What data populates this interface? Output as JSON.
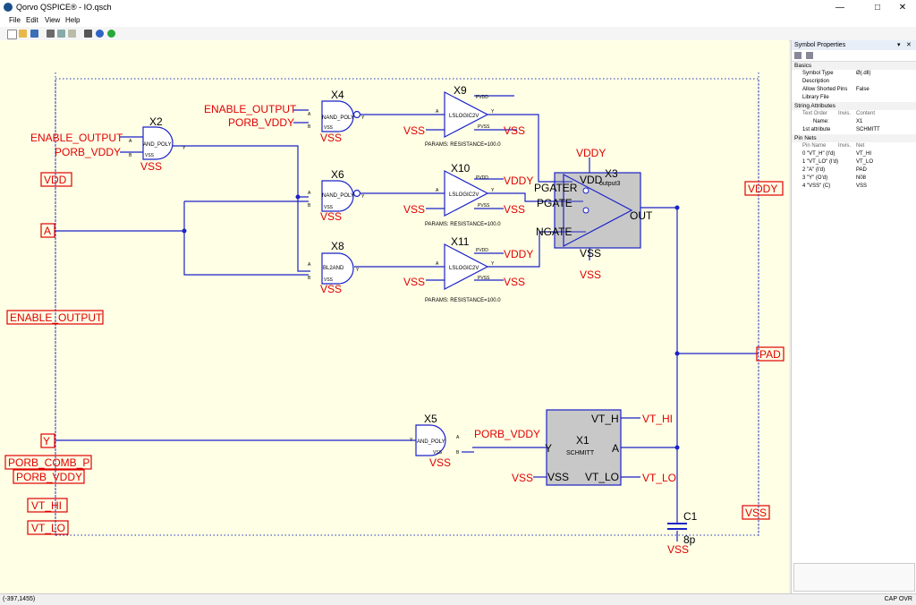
{
  "window": {
    "title": "Qorvo QSPICE® - IO.qsch"
  },
  "menu": [
    "File",
    "Edit",
    "View",
    "Help"
  ],
  "schematic": {
    "gates": {
      "x2": {
        "ref": "X2",
        "type": "AND_POLY",
        "a": "A",
        "b": "B",
        "y": "Y",
        "vss": "VSS",
        "power": "VSS"
      },
      "x4": {
        "ref": "X4",
        "type": "NAND_POLY",
        "a": "A",
        "b": "B",
        "y": "Y",
        "vss": "VSS",
        "power": "VSS"
      },
      "x6": {
        "ref": "X6",
        "type": "NAND_POLY",
        "a": "A",
        "b": "B",
        "y": "Y",
        "vss": "VSS",
        "power": "VSS"
      },
      "x8": {
        "ref": "X8",
        "type": "BL2AND",
        "a": "A",
        "b": "B",
        "y": "Y",
        "vss": "VSS",
        "power": "VSS"
      },
      "x5": {
        "ref": "X5",
        "type": "AND_POLY",
        "a": "A",
        "b": "B",
        "y": "Y",
        "vss": "VSS",
        "power": "VSS"
      }
    },
    "shifters": {
      "x9": {
        "ref": "X9",
        "type": "LSLOGIC2V",
        "a": "A",
        "y": "Y",
        "pvdd": "PVDD",
        "pvss": "PVSS",
        "vss_label": "VSS",
        "pvss_label": "VSS",
        "params": "PARAMS: RESISTANCE=100.0"
      },
      "x10": {
        "ref": "X10",
        "type": "LSLOGIC2V",
        "a": "A",
        "y": "Y",
        "pvdd": "PVDD",
        "pvss": "PVSS",
        "vss_label": "VSS",
        "pvdd_label": "VDDY",
        "pvss_label": "VSS",
        "params": "PARAMS: RESISTANCE=100.0"
      },
      "x11": {
        "ref": "X11",
        "type": "LSLOGIC2V",
        "a": "A",
        "y": "Y",
        "pvdd": "PVDD",
        "pvss": "PVSS",
        "vss_label": "VSS",
        "pvdd_label": "VDDY",
        "pvss_label": "VSS",
        "params": "PARAMS: RESISTANCE=100.0"
      }
    },
    "output3": {
      "ref": "X3",
      "type": "output3",
      "vdd": "VDD",
      "pgater": "PGATER",
      "pgate": "PGATE",
      "ngate": "NGATE",
      "vss": "VSS",
      "out": "OUT",
      "top_label": "VDDY",
      "bottom_label": "VSS"
    },
    "schmitt": {
      "ref": "X1",
      "type": "SCHMITT",
      "vt_h": "VT_H",
      "y": "Y",
      "a": "A",
      "vss": "VSS",
      "vt_lo": "VT_LO",
      "vt_hi_net": "VT_HI",
      "vt_lo_net": "VT_LO",
      "vss_net": "VSS"
    },
    "cap": {
      "ref": "C1",
      "value": "8p",
      "vss": "VSS"
    },
    "net_labels": {
      "enable_output_1": "ENABLE_OUTPUT",
      "porb_vddy_1": "PORB_VDDY",
      "enable_output_2": "ENABLE_OUTPUT",
      "porb_vddy_2": "PORB_VDDY",
      "porb_vddy_3": "PORB_VDDY"
    },
    "ports": {
      "vdd": "VDD",
      "a": "A",
      "enable_output": "ENABLE_OUTPUT",
      "y": "Y",
      "porb_comb_p": "PORB_COMB_P",
      "porb_vddy": "PORB_VDDY",
      "vt_hi": "VT_HI",
      "vt_lo": "VT_LO",
      "vddy": "VDDY",
      "pad": "PAD",
      "vss": "VSS"
    }
  },
  "panel": {
    "title": "Symbol Properties",
    "basics": {
      "heading": "Basics",
      "rows": [
        {
          "k": "Symbol Type",
          "v": "Ø(.dll)"
        },
        {
          "k": "Description",
          "v": ""
        },
        {
          "k": "Allow Shorted Pins",
          "v": "False"
        },
        {
          "k": "Library File",
          "v": ""
        }
      ]
    },
    "strings": {
      "heading": "String Attributes",
      "headers": [
        "Text Order",
        "Invis.",
        "Content"
      ],
      "rows": [
        {
          "k": "Name:",
          "v": "X1"
        },
        {
          "k": "1st attribute",
          "v": "SCHMITT"
        }
      ]
    },
    "pins": {
      "heading": "Pin Nets",
      "headers": [
        "Pin Name",
        "Invis.",
        "Net"
      ],
      "rows": [
        {
          "k": "0 \"VT_H\" (I'd)",
          "v": "VT_HI"
        },
        {
          "k": "1 \"VT_LO\" (I'd)",
          "v": "VT_LO"
        },
        {
          "k": "2 \"A\" (I'd)",
          "v": "PAD"
        },
        {
          "k": "3 \"Y\" (O'd)",
          "v": "N08"
        },
        {
          "k": "4 \"VSS\" (C)",
          "v": "VSS"
        }
      ]
    }
  },
  "status": {
    "coords": "(-397,1455)",
    "indicators": "CAP  OVR"
  }
}
